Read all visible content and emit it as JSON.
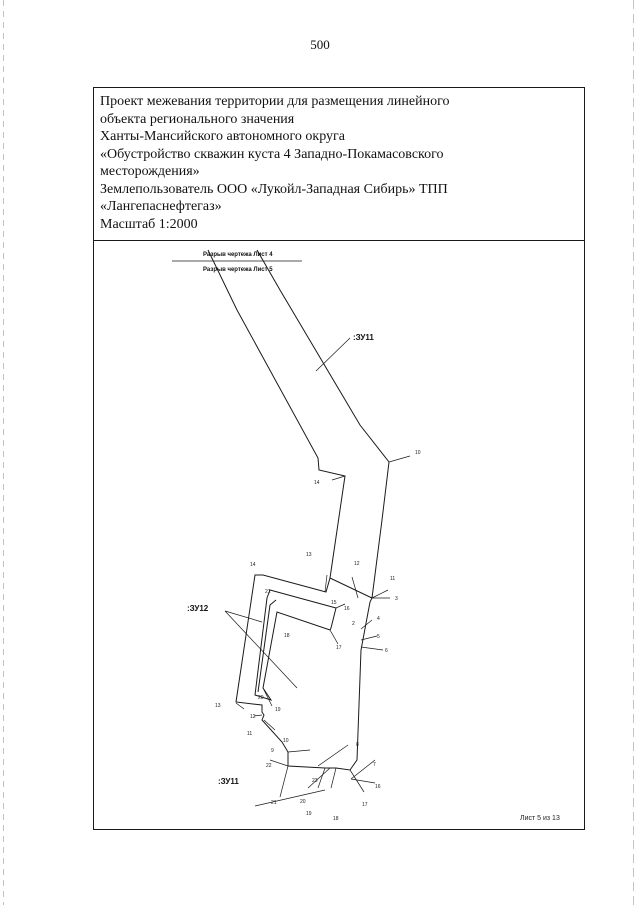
{
  "page_number": "500",
  "title_lines": [
    "Проект межевания территории для размещения линейного",
    "объекта регионального значения",
    "Ханты-Мансийского автономного округа",
    "«Обустройство скважин куста 4 Западно-Покамасовского",
    "месторождения»",
    "Землепользователь ООО «Лукойл-Западная Сибирь» ТПП",
    "«Лангепаснефтегаз»",
    "Масштаб 1:2000"
  ],
  "break_labels": {
    "sheet4": "Разрыв чертежа Лист 4",
    "sheet5": "Разрыв чертежа Лист 5"
  },
  "zones": {
    "zu11_top": ":ЗУ11",
    "zu12": ":ЗУ12",
    "zu11_bottom": ":ЗУ11"
  },
  "point_labels": {
    "p10": "10",
    "p14a": "14",
    "p13a": "13",
    "p12": "12",
    "p11a": "11",
    "p3": "3",
    "p14b": "14",
    "p21a": "21",
    "p15": "15",
    "p16": "16",
    "p2": "2",
    "p4": "4",
    "p5": "5",
    "p6": "6",
    "p18": "18",
    "p17a": "17",
    "p13b": "13",
    "p20a": "20",
    "p19a": "19",
    "p12b": "12",
    "p11b": "11",
    "p10b": "10",
    "p8": "8",
    "p9": "9",
    "p22": "22",
    "p7": "7",
    "p23": "23",
    "p16b": "16",
    "p21b": "21",
    "p20b": "20",
    "p17b": "17",
    "p19b": "19",
    "p18b": "18"
  },
  "sheet_label": "Лист 5 из 13"
}
